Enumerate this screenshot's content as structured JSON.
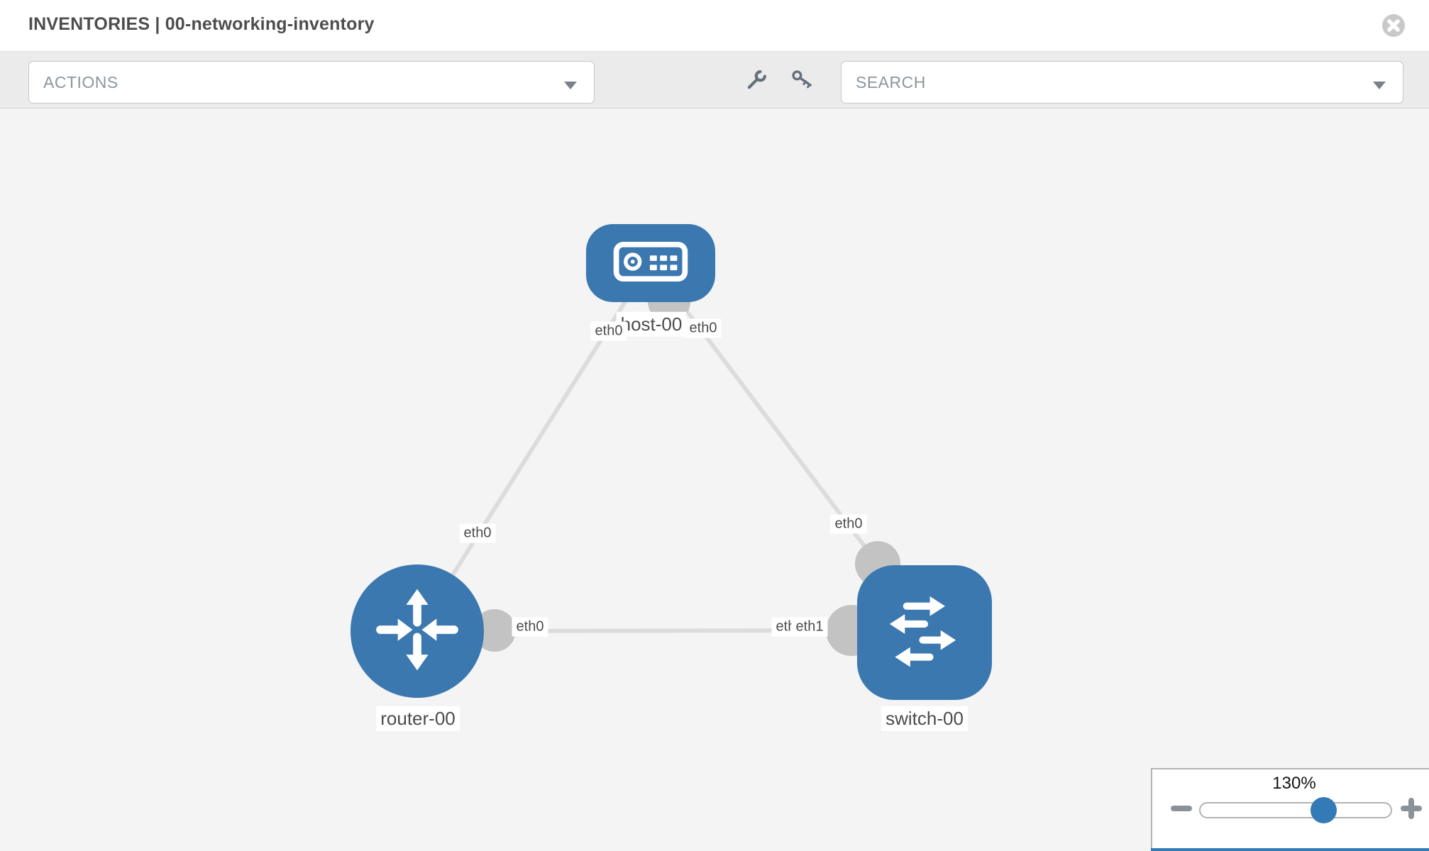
{
  "header": {
    "title": "INVENTORIES | 00-networking-inventory",
    "close_icon": "x-circle"
  },
  "toolbar": {
    "actions_dropdown": {
      "label": "ACTIONS",
      "caret_icon": "chevron-down"
    },
    "tool_icons": [
      "wrench-icon",
      "key-icon"
    ],
    "search_dropdown": {
      "label": "SEARCH",
      "caret_icon": "chevron-down"
    }
  },
  "topology": {
    "nodes": [
      {
        "id": "host-00",
        "label": "host-00",
        "type": "host",
        "icon": "server-icon"
      },
      {
        "id": "router-00",
        "label": "router-00",
        "type": "router",
        "icon": "router-arrows-icon"
      },
      {
        "id": "switch-00",
        "label": "switch-00",
        "type": "switch",
        "icon": "switch-arrows-icon"
      }
    ],
    "links": [
      {
        "from": "host-00",
        "to": "router-00",
        "from_interface": "eth0",
        "to_interface": "eth0"
      },
      {
        "from": "host-00",
        "to": "switch-00",
        "from_interface": "eth0",
        "to_interface": "eth0"
      },
      {
        "from": "router-00",
        "to": "switch-00",
        "from_interface": "eth0",
        "to_interface": "eth1",
        "to_interface_back": "eth0"
      }
    ],
    "colors": {
      "node_fill": "#3c78b0",
      "link": "#dcdcdc",
      "connector": "#c3c3c3",
      "canvas_bg": "#f4f4f4"
    }
  },
  "zoom_control": {
    "value": "130%",
    "minus_icon": "zoom-out",
    "plus_icon": "zoom-in",
    "thumb_color": "#337ab7",
    "strip_color": "#337ab7"
  }
}
